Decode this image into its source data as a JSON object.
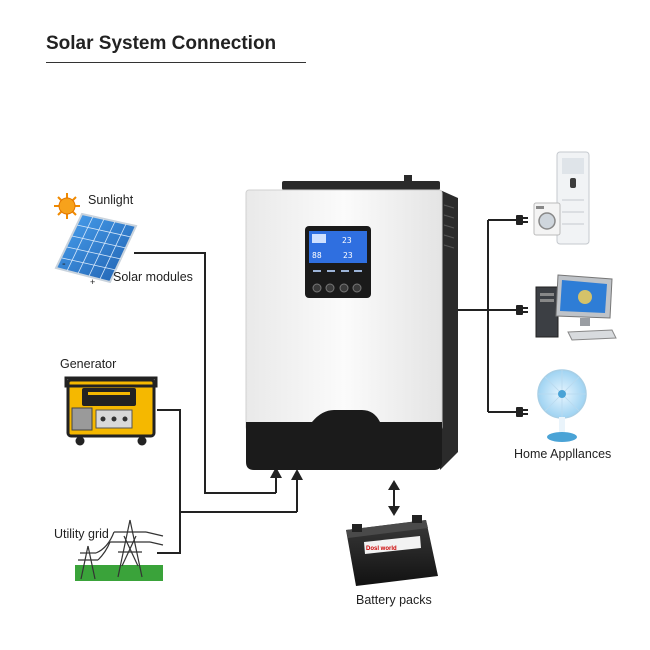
{
  "title": "Solar System Connection",
  "labels": {
    "sunlight": "Sunlight",
    "solar_modules": "Solar modules",
    "generator": "Generator",
    "utility_grid": "Utility grid",
    "battery_packs": "Battery packs",
    "home_appliances": "Home Appllances",
    "panel_minus": "-",
    "panel_plus": "+"
  },
  "battery_brand": "Dosl world",
  "colors": {
    "wire": "#222222",
    "panel_blue": "#2a7fd4",
    "inverter_body": "#f7f7f7",
    "inverter_base": "#1b1b1b",
    "lcd": "#2f6fe0",
    "generator_yellow": "#f5b800",
    "grass": "#3aa33a"
  },
  "icons": [
    "sun-icon",
    "solar-panel-icon",
    "generator-icon",
    "power-tower-icon",
    "inverter-icon",
    "battery-icon",
    "air-conditioner-icon",
    "washing-machine-icon",
    "computer-icon",
    "fan-icon",
    "plug-icon",
    "arrow-up-icon",
    "double-arrow-icon"
  ]
}
